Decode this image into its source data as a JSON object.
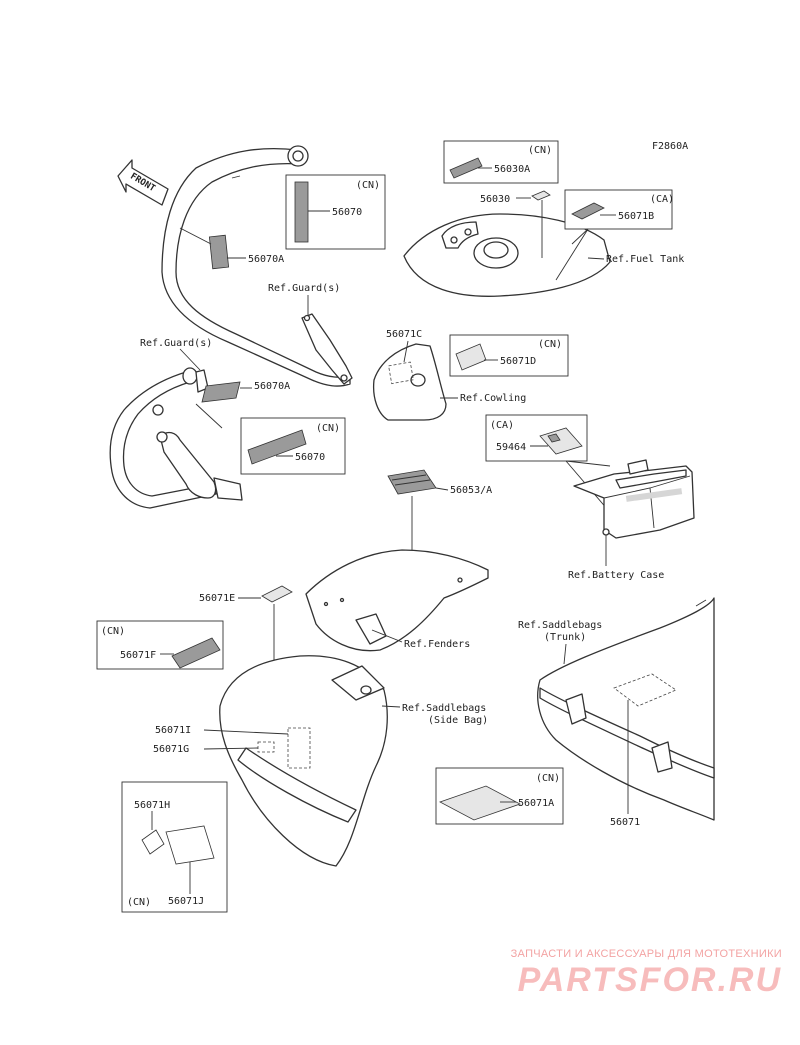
{
  "figure_code": "F2860A",
  "front_arrow": "FRONT",
  "cn_tags": [
    "(CN)",
    "(CN)",
    "(CN)",
    "(CN)",
    "(CN)",
    "(CN)",
    "(CN)"
  ],
  "ca_tags": [
    "(CA)",
    "(CA)"
  ],
  "parts": {
    "p56070_top": "56070",
    "p56070A_top": "56070A",
    "p56070A_mid": "56070A",
    "p56070_mid": "56070",
    "p56030A": "56030A",
    "p56030": "56030",
    "p56071B": "56071B",
    "p56071C": "56071C",
    "p56071D": "56071D",
    "p59464": "59464",
    "p56053": "56053/A",
    "p56071E": "56071E",
    "p56071F": "56071F",
    "p56071I": "56071I",
    "p56071G": "56071G",
    "p56071H": "56071H",
    "p56071J": "56071J",
    "p56071A": "56071A",
    "p56071": "56071"
  },
  "refs": {
    "guard_top": "Ref.Guard(s)",
    "guard_left": "Ref.Guard(s)",
    "fuel_tank": "Ref.Fuel Tank",
    "cowling": "Ref.Cowling",
    "battery_case": "Ref.Battery Case",
    "fenders": "Ref.Fenders",
    "saddlebags_trunk_1": "Ref.Saddlebags",
    "saddlebags_trunk_2": "(Trunk)",
    "saddlebags_side_1": "Ref.Saddlebags",
    "saddlebags_side_2": "(Side Bag)"
  },
  "watermark": {
    "top_line": "ЗАПЧАСТИ И АКСЕССУАРЫ ДЛЯ МОТОТЕХНИКИ",
    "brand": "PARTSFOR.RU",
    "color": "#f3a3a3"
  }
}
